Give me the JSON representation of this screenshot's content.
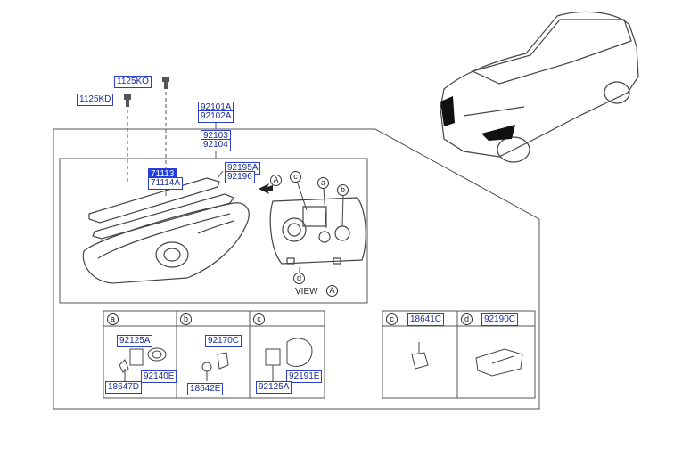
{
  "diagram": {
    "bolts": {
      "upper": "1125KO",
      "lower": "1125KD"
    },
    "assembly": {
      "line1": "92101A",
      "line2": "92102A"
    },
    "lamp": {
      "line1": "92103",
      "line2": "92104"
    },
    "strip": {
      "line1": "71113",
      "line2": "71114A"
    },
    "lens_strip": {
      "line1": "92195A",
      "line2": "92196"
    },
    "view": {
      "label": "VIEW",
      "marker": "A"
    },
    "callouts": {
      "a": "a",
      "b": "b",
      "c": "c",
      "d": "d",
      "arrow_a": "A"
    },
    "panel_a": {
      "letter": "a",
      "parts": [
        "92125A",
        "92140E",
        "18647D"
      ]
    },
    "panel_b": {
      "letter": "b",
      "parts": [
        "92170C",
        "18642E"
      ]
    },
    "panel_c": {
      "letter": "c",
      "parts": [
        "92191E",
        "92125A"
      ]
    },
    "panel_c2": {
      "letter": "c",
      "part": "18641C"
    },
    "panel_d": {
      "letter": "d",
      "part": "92190C"
    }
  },
  "colors": {
    "part_border": "#2a3fd0",
    "part_text": "#1a2a9a",
    "selected_fill": "#1f3fe0",
    "line": "#555555"
  }
}
